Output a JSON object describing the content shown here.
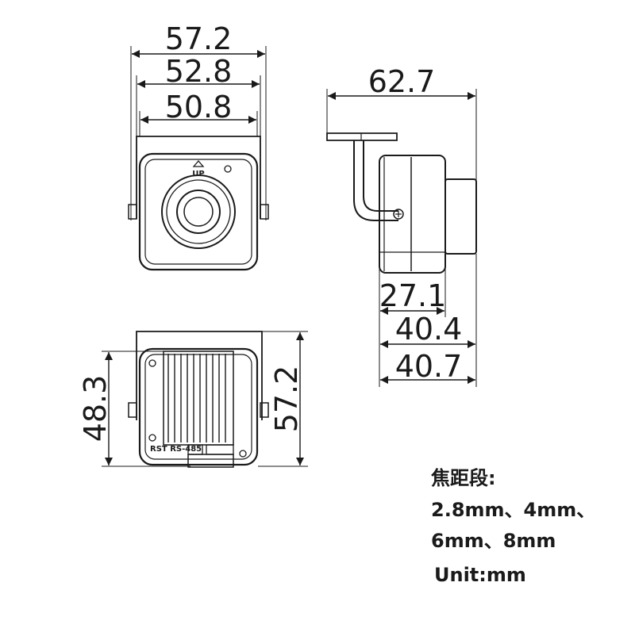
{
  "front_view": {
    "width_labels": [
      "57.2",
      "52.8",
      "50.8"
    ],
    "up_label": "UP"
  },
  "side_view": {
    "length_label": "62.7",
    "depth_labels": [
      "27.1",
      "40.4",
      "40.7"
    ]
  },
  "rear_view": {
    "height_labels": [
      "48.3",
      "57.2"
    ],
    "port_label": "RST RS-485"
  },
  "notes": {
    "focal_title": "焦距段:",
    "focal_line1": "2.8mm、4mm、",
    "focal_line2": "6mm、8mm",
    "unit": "Unit:mm"
  }
}
